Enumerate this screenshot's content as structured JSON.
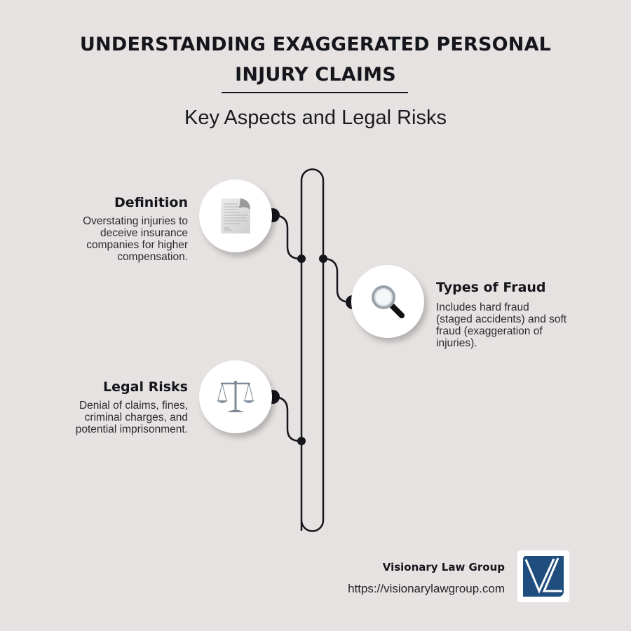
{
  "header": {
    "title_line1": "UNDERSTANDING EXAGGERATED PERSONAL",
    "title_line2": "INJURY CLAIMS",
    "subtitle": "Key Aspects and Legal Risks"
  },
  "items": [
    {
      "title": "Definition",
      "description_lines": [
        "Overstating injuries to",
        "deceive insurance",
        "companies for higher",
        "compensation."
      ],
      "icon": "document-icon",
      "side": "left"
    },
    {
      "title": "Types of Fraud",
      "description_lines": [
        "Includes hard fraud",
        "(staged accidents) and soft",
        "fraud (exaggeration of",
        "injuries)."
      ],
      "icon": "magnifying-glass-icon",
      "side": "right"
    },
    {
      "title": "Legal Risks",
      "description_lines": [
        "Denial of claims, fines,",
        "criminal charges, and",
        "potential imprisonment."
      ],
      "icon": "scales-of-justice-icon",
      "side": "left"
    }
  ],
  "footer": {
    "brand_name": "Visionary Law Group",
    "url": "https://visionarylawgroup.com",
    "logo_text": "VL"
  },
  "colors": {
    "background": "#e6e2e1",
    "text": "#15151c",
    "line": "#15151c",
    "logo_blue": "#1f4e7e"
  }
}
